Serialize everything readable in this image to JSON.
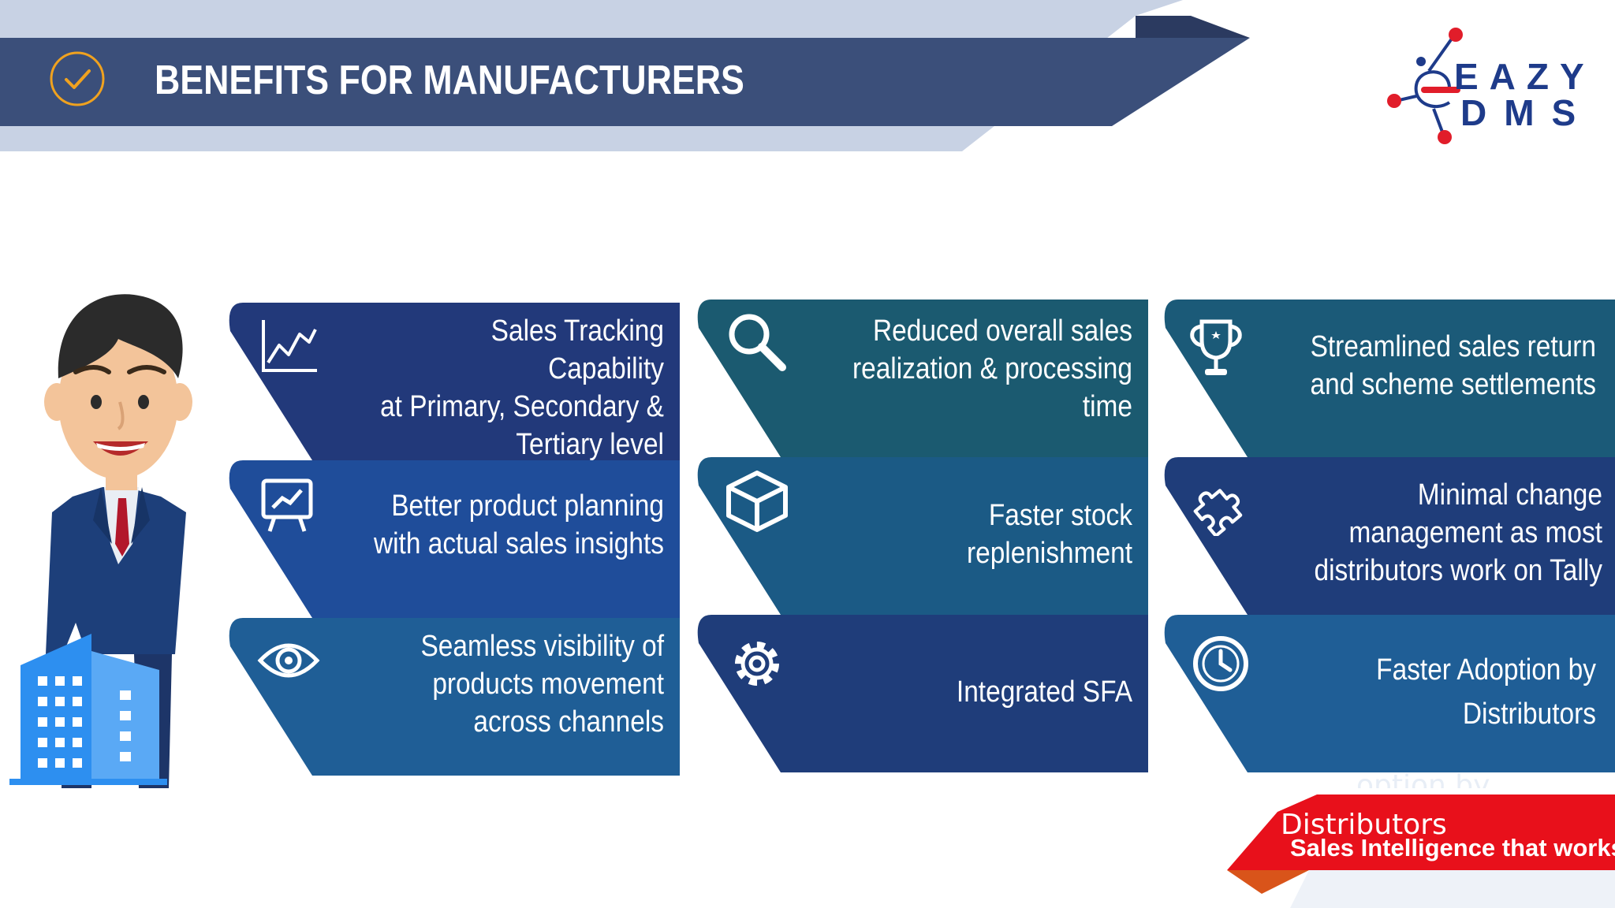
{
  "header": {
    "title": "BENEFITS FOR MANUFACTURERS",
    "badge_icon": "check-circle-icon"
  },
  "logo": {
    "line1": "EAZY",
    "line2": "DMS",
    "icon": "molecule-network-icon",
    "colors": {
      "primary": "#1e3b8a",
      "accent": "#e11d2a"
    }
  },
  "illustration": {
    "figure": "businessman-cartoon",
    "building": "office-building-icon"
  },
  "benefits": {
    "col1": [
      {
        "text": "Sales Tracking Capability\nat Primary, Secondary &\nTertiary level",
        "icon": "line-chart-icon"
      },
      {
        "text": "Better product planning\nwith actual sales insights",
        "icon": "presentation-chart-icon"
      },
      {
        "text": "Seamless visibility of\nproducts movement\nacross channels",
        "icon": "eye-icon"
      }
    ],
    "col2": [
      {
        "text": "Reduced overall sales\nrealization & processing\ntime",
        "icon": "magnifier-icon"
      },
      {
        "text": "Faster stock\nreplenishment",
        "icon": "box-icon"
      },
      {
        "text": "Integrated  SFA",
        "icon": "gear-icon"
      }
    ],
    "col3": [
      {
        "text": "Streamlined sales return\nand scheme settlements",
        "icon": "trophy-icon"
      },
      {
        "text": "Minimal change\nmanagement as  most\ndistributors work on Tally",
        "icon": "puzzle-icon"
      },
      {
        "text": "Faster  Adoption  by\nDistributors",
        "icon": "clock-icon"
      }
    ]
  },
  "footer": {
    "tagline": "Sales Intelligence that works",
    "ghost_line1": "option  by",
    "ghost_line2": "Distributors"
  },
  "colors": {
    "header_band": "#3b4f7a",
    "header_light": "#c8d2e4",
    "col1": [
      "#22397a",
      "#1f4d9a",
      "#1f5e96"
    ],
    "col2": [
      "#1b5a70",
      "#1b5a85",
      "#1f3d7a"
    ],
    "col3": [
      "#1b5a78",
      "#1f3d7a",
      "#1f5e96"
    ],
    "tag_red": "#e8101b",
    "tag_orange": "#d9541a"
  }
}
